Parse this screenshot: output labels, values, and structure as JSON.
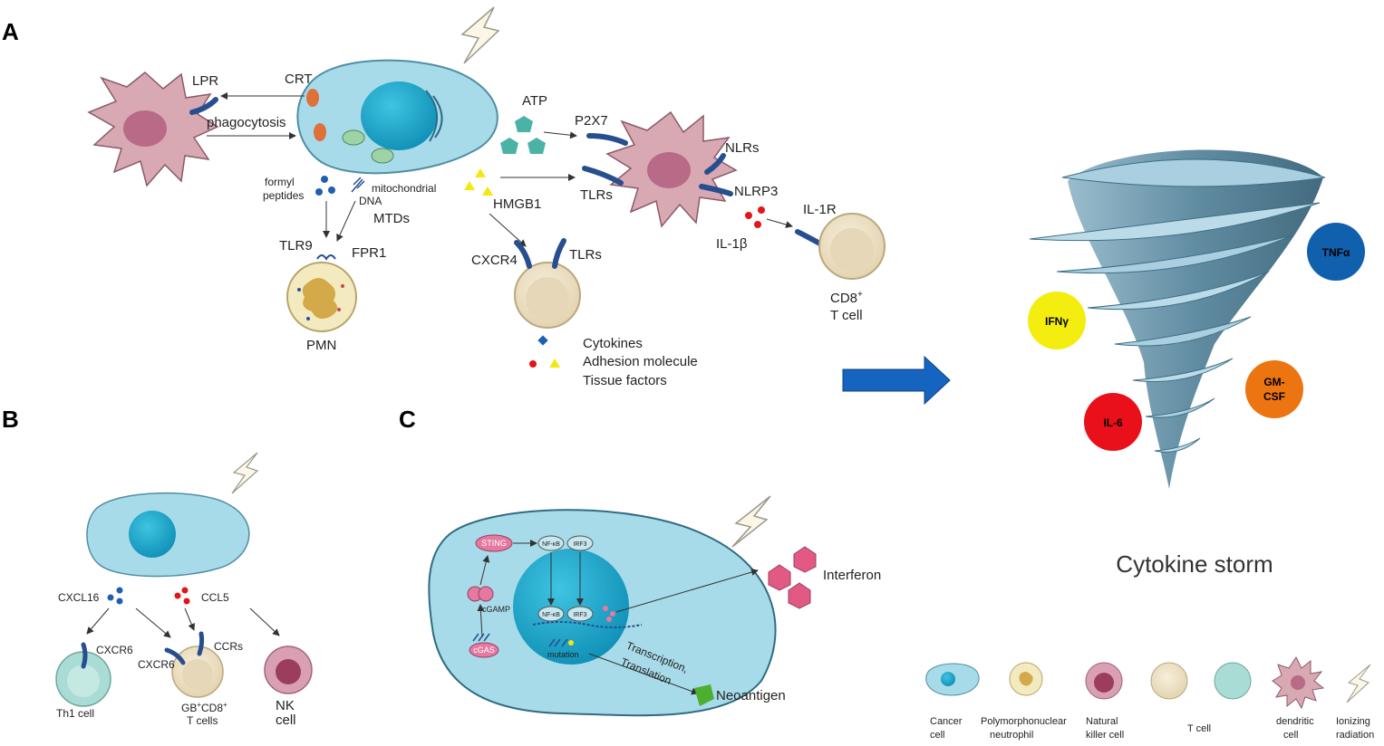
{
  "panels": {
    "a": "A",
    "b": "B",
    "c": "C"
  },
  "panel_a": {
    "lpr": "LPR",
    "crt": "CRT",
    "phagocytosis": "phagocytosis",
    "atp": "ATP",
    "p2x7": "P2X7",
    "nlrs": "NLRs",
    "tlrs_dc": "TLRs",
    "nlrp3": "NLRP3",
    "formyl": "formyl",
    "peptides": "peptides",
    "mito": "mitochondrial",
    "dna": "DNA",
    "mtds": "MTDs",
    "tlr9": "TLR9",
    "fpr1": "FPR1",
    "pmn": "PMN",
    "hmgb1": "HMGB1",
    "cxcr4": "CXCR4",
    "tlrs_t": "TLRs",
    "il1r": "IL-1R",
    "il1b": "IL-1β",
    "cd8": "CD8",
    "cd8_sup": "+",
    "tcell": "T cell",
    "legend_cytokines": "Cytokines",
    "legend_adhesion": "Adhesion molecule",
    "legend_tissue": "Tissue factors"
  },
  "panel_b": {
    "cxcl16": "CXCL16",
    "ccl5": "CCL5",
    "cxcr6_a": "CXCR6",
    "cxcr6_b": "CXCR6",
    "ccrs": "CCRs",
    "th1": "Th1 cell",
    "gb": "GB",
    "gb_sup": "+",
    "cd8": "CD8",
    "cd8_sup": "+",
    "tcells": "T cells",
    "nk1": "NK",
    "nk2": "cell"
  },
  "panel_c": {
    "sting": "STING",
    "nfkb": "NF-κB",
    "irf3": "IRF3",
    "nfkb2": "NF-κB",
    "irf3b": "IRF3",
    "cgamp": "cGAMP",
    "cgas": "cGAS",
    "mutation": "mutation",
    "transcription": "Transcription,",
    "translation": "Translation",
    "interferon": "Interferon",
    "neoantigen": "Neoantigen"
  },
  "storm": {
    "title": "Cytokine storm",
    "cytokines": [
      {
        "label": "TNFα",
        "color": "#1160ad"
      },
      {
        "label": "IFNγ",
        "color": "#f3ee0f"
      },
      {
        "label": "GM-",
        "label2": "CSF",
        "color": "#ec7411"
      },
      {
        "label": "IL-6",
        "color": "#e9101a"
      }
    ]
  },
  "legend": {
    "cancer1": "Cancer",
    "cancer2": "cell",
    "pmn1": "Polymorphonuclear",
    "pmn2": "neutrophil",
    "nk1": "Natural",
    "nk2": "killer cell",
    "t1": "T cell",
    "dc1": "dendritic",
    "dc2": "cell",
    "ir1": "Ionizing",
    "ir2": "radiation"
  },
  "colors": {
    "cancer_cell": "#a8dbe9",
    "nucleus": "#1aa3c6",
    "dendritic": "#d8a8b3",
    "receptor": "#274e8f",
    "pmn": "#f4eac0",
    "tcell": "#efe4cc",
    "th1": "#a9dcd4",
    "nk": "#d9a0b3",
    "arrow_blue": "#1565c0",
    "tornado": "#5d8da5",
    "atp": "#4bb3a5",
    "hmgb1": "#f4e80e",
    "il1b": "#e3141a"
  }
}
